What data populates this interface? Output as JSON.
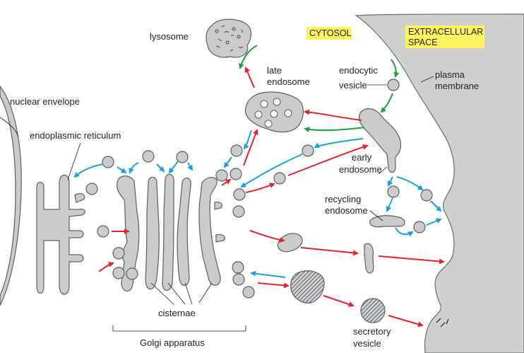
{
  "labels": {
    "lysosome": "lysosome",
    "late_endosome_1": "late",
    "late_endosome_2": "endosome",
    "cytosol": "CYTOSOL",
    "extracellular_1": "EXTRACELLULAR",
    "extracellular_2": "SPACE",
    "endocytic_vesicle_1": "endocytic",
    "endocytic_vesicle_2": "vesicle",
    "plasma_membrane_1": "plasma",
    "plasma_membrane_2": "membrane",
    "nuclear_envelope": "nuclear envelope",
    "endoplasmic_reticulum": "endoplasmic reticulum",
    "early_endosome_1": "early",
    "early_endosome_2": "endosome",
    "recycling_endosome_1": "recycling",
    "recycling_endosome_2": "endosome",
    "cisternae": "cisternae",
    "golgi_apparatus": "Golgi apparatus",
    "secretory_vesicle_1": "secretory",
    "secretory_vesicle_2": "vesicle"
  },
  "colors": {
    "organelle_fill": "#c9cbcd",
    "organelle_stroke": "#5c5f61",
    "extracellular_fill": "#cdd0cd",
    "highlight": "#fdf35e",
    "secretory_arrow": "#e3242b",
    "retrograde_arrow": "#1ba1e2",
    "endocytic_arrow": "#1f9e3c"
  }
}
